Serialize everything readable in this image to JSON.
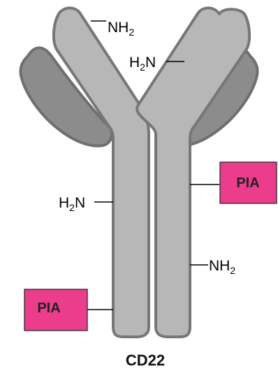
{
  "terminal_labels": {
    "main": "NH",
    "subscript": "2",
    "reversed_prefix": "H",
    "reversed_suffix": "N"
  },
  "conjugate": {
    "label": "PIA"
  },
  "caption": "CD22",
  "colors": {
    "chain_fill": "#b7b7b7",
    "chain_outline": "#777777",
    "short_chain_fill": "#8c8c8c",
    "pia_fill": "#ec3c8c"
  }
}
